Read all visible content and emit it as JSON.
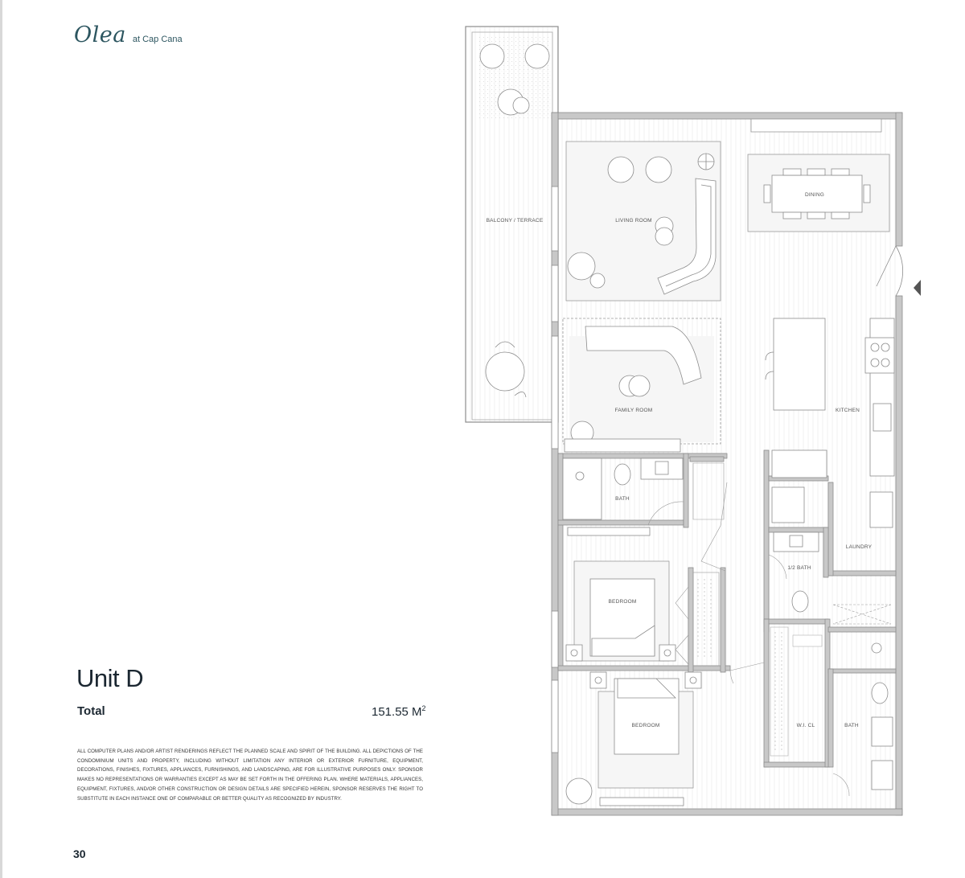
{
  "brand": {
    "logo_text": "Olea",
    "subtitle": "at Cap Cana"
  },
  "unit": {
    "title": "Unit D",
    "total_label": "Total",
    "total_value": "151.55 M",
    "total_unit_sup": "2"
  },
  "disclaimer": "ALL COMPUTER PLANS AND/OR ARTIST RENDERINGS REFLECT THE PLANNED SCALE AND SPIRIT OF THE BUILDING. ALL DEPICTIONS OF THE CONDOMINIUM UNITS AND PROPERTY, INCLUDING WITHOUT LIMITATION ANY INTERIOR OR EXTERIOR FURNITURE, EQUIPMENT, DECORATIONS, FINISHES, FIXTURES, APPLIANCES, FURNISHINGS, AND LANDSCAPING, ARE FOR ILLUSTRATIVE PURPOSES ONLY. SPONSOR MAKES NO REPRESENTATIONS OR WARRANTIES EXCEPT AS MAY BE SET FORTH IN THE OFFERING PLAN. WHERE MATERIALS, APPLIANCES, EQUIPMENT, FIXTURES, AND/OR OTHER CONSTRUCTION OR DESIGN DETAILS ARE SPECIFIED HEREIN, SPONSOR RESERVES THE RIGHT TO SUBSTITUTE IN EACH INSTANCE ONE OF COMPARABLE OR BETTER QUALITY AS RECOGNIZED BY INDUSTRY.",
  "page_number": "30",
  "rooms": {
    "balcony": "BALCONY / TERRACE",
    "living": "LIVING ROOM",
    "dining": "DINING",
    "family": "FAMILY ROOM",
    "kitchen": "KITCHEN",
    "bath_1": "BATH",
    "laundry": "LAUNDRY",
    "half_bath": "1/2 BATH",
    "bedroom_1": "BEDROOM",
    "bedroom_2": "BEDROOM",
    "wic": "W.I. CL",
    "bath_2": "BATH"
  },
  "colors": {
    "wall": "#c8c8c8",
    "wall_stroke": "#8c8c8c",
    "line": "#9a9a9a",
    "rug": "#f6f6f6",
    "brand": "#2d5660"
  }
}
